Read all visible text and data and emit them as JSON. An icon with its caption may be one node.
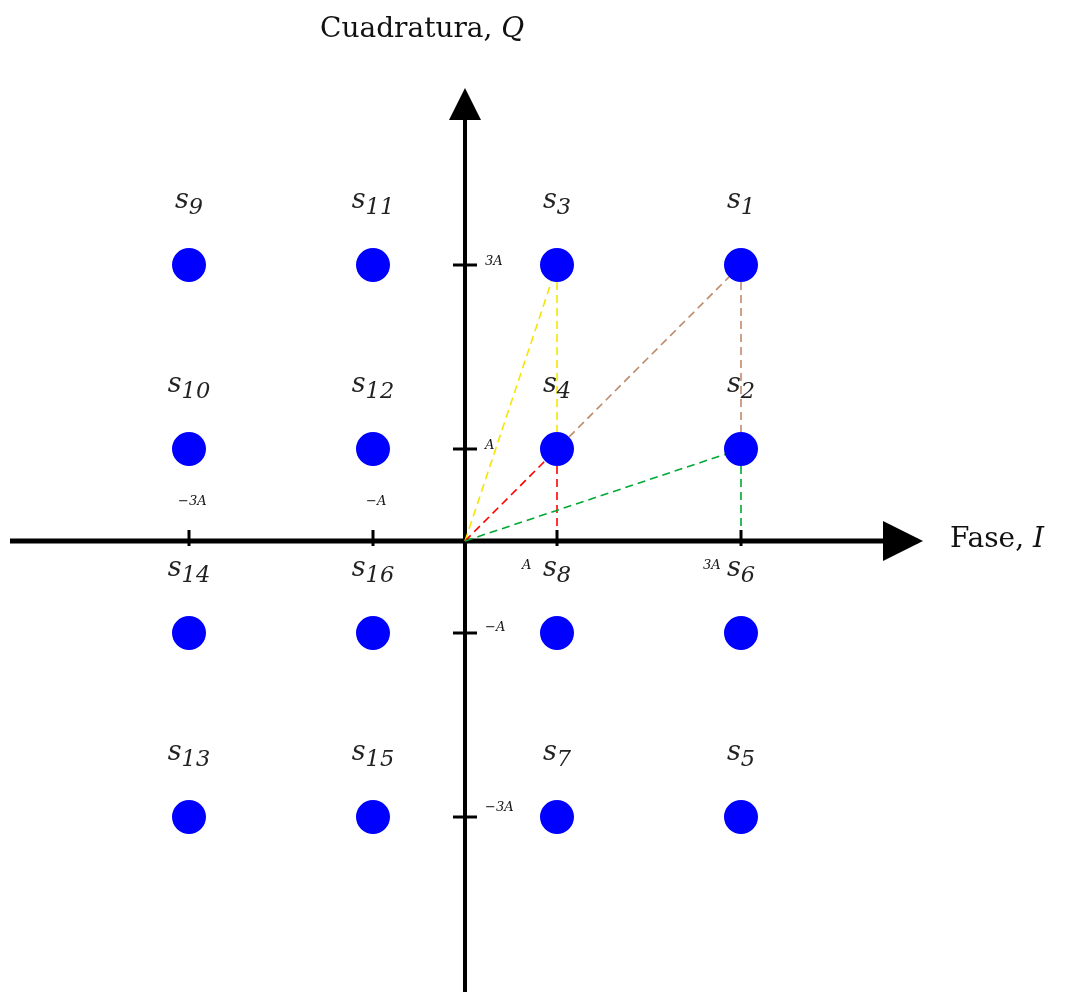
{
  "diagram": {
    "nodes": [
      {
        "text": [
          "s$_{9}$"
        ]
      },
      {
        "text": [
          "s$_{11}$"
        ]
      },
      {
        "text": [
          "s$_{3}$"
        ]
      },
      {
        "text": [
          "s$_{1}$"
        ]
      },
      {
        "text": [
          "s$_{10}$"
        ]
      },
      {
        "text": [
          "s$_{12}$"
        ]
      },
      {
        "text": [
          "s$_{4}$"
        ]
      },
      {
        "text": [
          "s$_{2}$"
        ]
      },
      {
        "text": [
          "s$_{14}$"
        ]
      },
      {
        "text": [
          "s$_{16}$"
        ]
      },
      {
        "text": [
          "s$_{8}$"
        ]
      },
      {
        "text": [
          "s$_{6}$"
        ]
      },
      {
        "text": [
          "s$_{13}$"
        ]
      },
      {
        "text": [
          "s$_{15}$"
        ]
      },
      {
        "text": [
          "s$_{7}$"
        ]
      },
      {
        "text": [
          "s$_{5}$"
        ]
      }
    ],
    "edges": [
      {
        "from": null,
        "to": 2,
        "arrow": "none",
        "style": "dashed",
        "color": "#f5e600"
      },
      {
        "from": 2,
        "to": 6,
        "arrow": "none",
        "style": "dashed",
        "color": "#f5e600"
      },
      {
        "from": null,
        "to": 6,
        "arrow": "none",
        "style": "dashed",
        "color": "#ff0000"
      },
      {
        "from": 6,
        "to": null,
        "arrow": "none",
        "style": "dashed",
        "color": "#ff0000"
      },
      {
        "from": 6,
        "to": 3,
        "arrow": "none",
        "style": "dashed",
        "color": "#c08a6a"
      },
      {
        "from": 3,
        "to": 7,
        "arrow": "none",
        "style": "dashed",
        "color": "#c08a6a"
      },
      {
        "from": null,
        "to": 7,
        "arrow": "none",
        "style": "dashed",
        "color": "#00a834"
      },
      {
        "from": 7,
        "to": null,
        "arrow": "none",
        "style": "dashed",
        "color": "#00a834"
      }
    ],
    "labels": [
      "Cuadratura, *Q*",
      "3A",
      "A",
      "−3A",
      "−A",
      "Fase, *I*",
      "A",
      "3A",
      "−A",
      "−3A"
    ]
  }
}
